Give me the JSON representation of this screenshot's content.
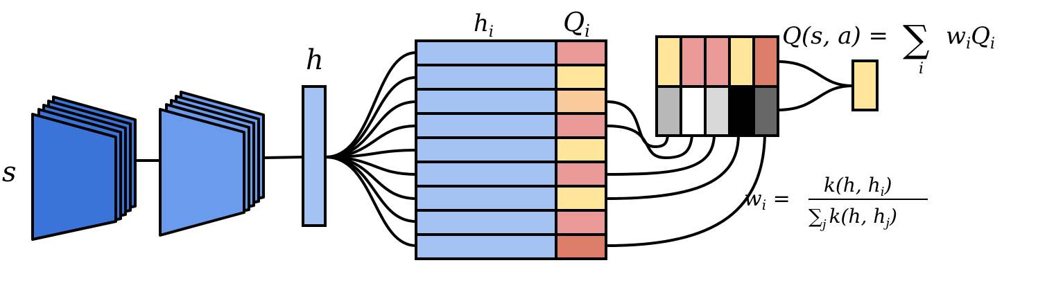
{
  "labels": {
    "state": "s",
    "embedding": "h",
    "hi_base": "h",
    "hi_sub": "i",
    "qi_base": "Q",
    "qi_sub": "i"
  },
  "formulas": {
    "q_lhs": "Q(s, a) = ",
    "q_sum": "∑",
    "q_sum_index": "i",
    "q_term_w": "w",
    "q_term_w_sub": "i",
    "q_term_q": "Q",
    "q_term_q_sub": "i",
    "w_lhs": "w",
    "w_lhs_sub": "i",
    "w_eq": " = ",
    "w_num": "k(h, h",
    "w_num_sub": "i",
    "w_num_close": ")",
    "w_den_sum": "∑",
    "w_den_sum_sub": "j",
    "w_den": "k(h, h",
    "w_den_sub": "j",
    "w_den_close": ")"
  },
  "colors": {
    "conv1": "#3b74d9",
    "conv2": "#6b9bec",
    "embedding": "#a4c2f4",
    "memory_key": "#a4c2f4",
    "q_values": [
      "#ea9999",
      "#ffe599",
      "#f9cb9c",
      "#ea9999",
      "#ffe599",
      "#ea9999",
      "#ffe599",
      "#ea9999",
      "#dd7e6b"
    ],
    "selected_q": [
      "#ffe599",
      "#ea9999",
      "#ea9999",
      "#ffe599",
      "#dd7e6b"
    ],
    "weights": [
      "#b7b7b7",
      "#ffffff",
      "#d9d9d9",
      "#000000",
      "#666666"
    ],
    "output": "#ffe599",
    "stroke": "#000000"
  }
}
